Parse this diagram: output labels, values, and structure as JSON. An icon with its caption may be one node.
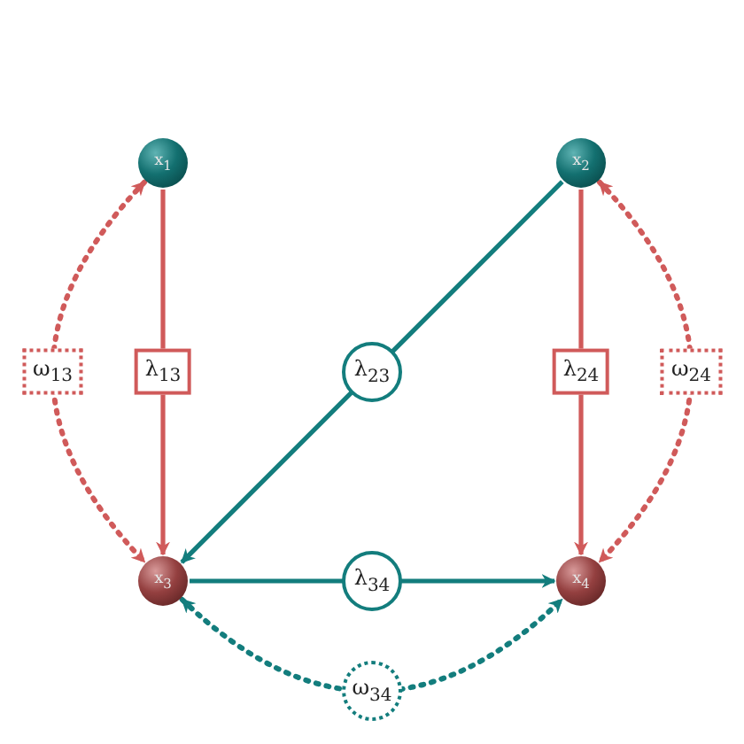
{
  "diagram": {
    "nodes": [
      {
        "text": [
          "x$_{1}$"
        ]
      },
      {
        "text": [
          "x$_{2}$"
        ]
      },
      {
        "text": [
          "x$_{3}$"
        ]
      },
      {
        "text": [
          "x$_{4}$"
        ]
      }
    ],
    "edges": [
      {
        "from": 0,
        "to": 2,
        "arrow": "to",
        "label": "λ$_{13}$"
      },
      {
        "from": 1,
        "to": 2,
        "arrow": "to",
        "label": "λ$_{23}$",
        "color": "#137d7d"
      },
      {
        "from": 1,
        "to": 3,
        "arrow": "to",
        "label": "λ$_{24}$"
      },
      {
        "from": 2,
        "to": 3,
        "arrow": "to",
        "label": "λ$_{34}$",
        "color": "#137d7d"
      },
      {
        "from": 0,
        "to": 2,
        "arrow": "both",
        "label": "ω$_{13}$",
        "style": "dashed"
      },
      {
        "from": 1,
        "to": 3,
        "arrow": "both",
        "label": "ω$_{24}$",
        "style": "dashed"
      },
      {
        "from": 2,
        "to": 3,
        "arrow": "both",
        "label": "ω$_{34}$",
        "style": "dashed",
        "color": "#137d7d"
      }
    ]
  }
}
